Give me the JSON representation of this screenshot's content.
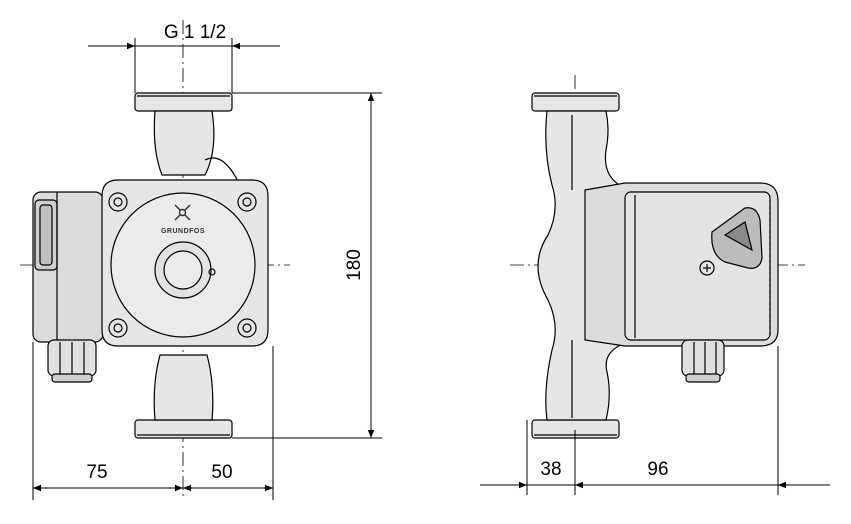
{
  "front_view": {
    "connection_label": "G 1 1/2",
    "height_label": "180",
    "left_width_label": "75",
    "right_width_label": "50",
    "logo_text": "GRUNDFOS"
  },
  "side_view": {
    "left_depth_label": "38",
    "right_depth_label": "96"
  },
  "colors": {
    "line": "#000000",
    "body_fill": "#e6e6e6",
    "head_fill": "#dcdcdc"
  }
}
